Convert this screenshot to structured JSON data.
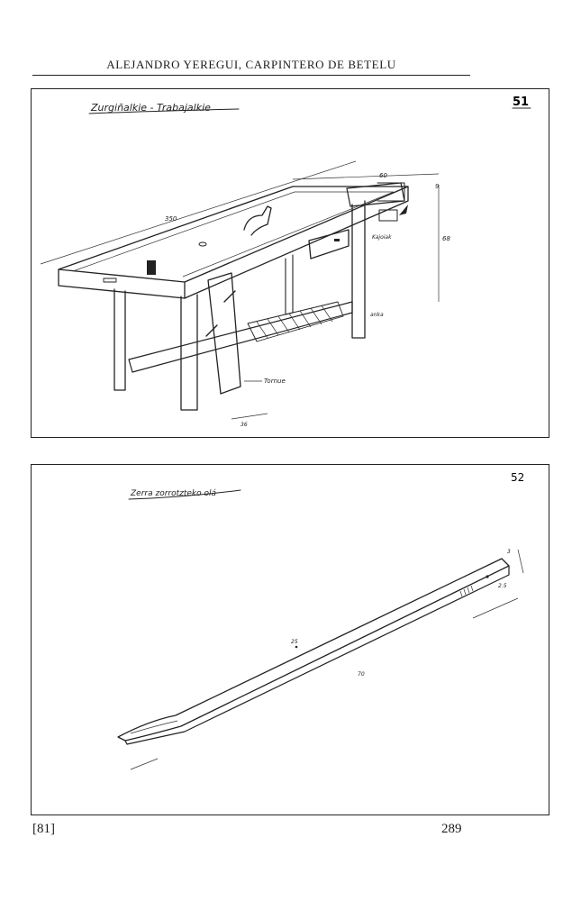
{
  "header": {
    "running_title": "ALEJANDRO YEREGUI, CARPINTERO DE BETELU"
  },
  "plate1": {
    "title": "Zurgiñalkie - Trabajalkie",
    "number": "51",
    "labels": {
      "length": "350",
      "width": "60",
      "depth": "9",
      "height": "68",
      "drawer": "Kajoiak",
      "leg": "anka",
      "vise": "Tornue",
      "foot": "36"
    }
  },
  "plate2": {
    "title": "Zerra zorrotzteko olá",
    "number": "52",
    "labels": {
      "length": "70",
      "slot": "25",
      "thickness": "3",
      "end_width": "2.5"
    }
  },
  "footer": {
    "left": "[81]",
    "right": "289"
  }
}
